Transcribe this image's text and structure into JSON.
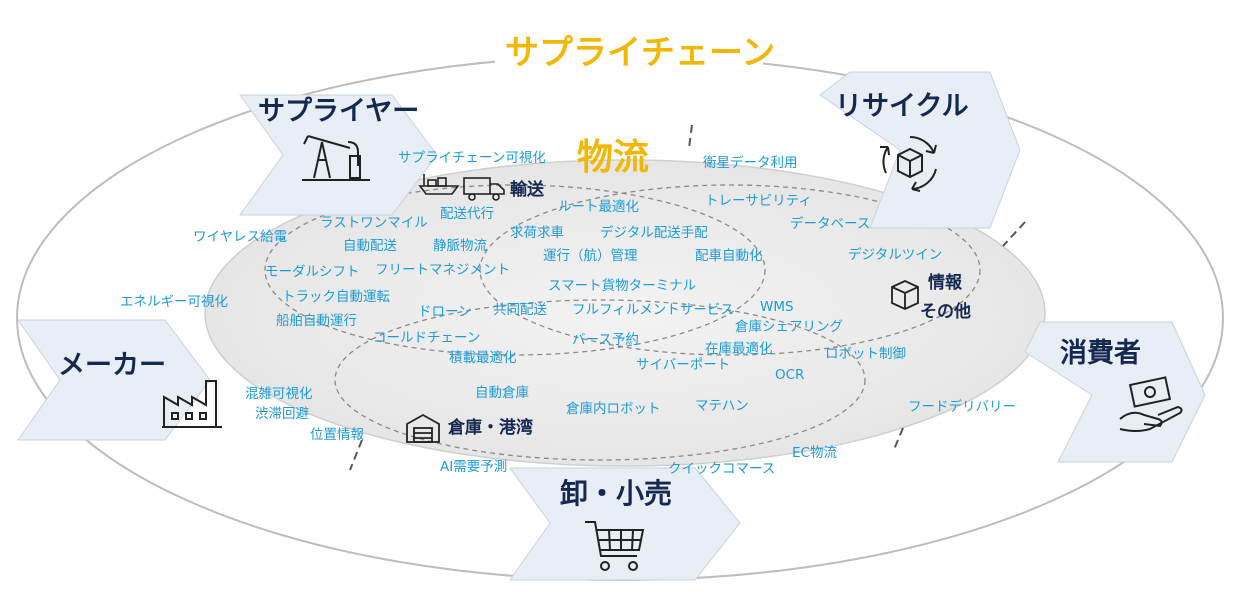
{
  "title": "サプライチェーン",
  "logistics_title": "物流",
  "actors": {
    "supplier": "サプライヤー",
    "recycle": "リサイクル",
    "maker": "メーカー",
    "consumer": "消費者",
    "retail": "卸・小売"
  },
  "hubs": {
    "transport": "輸送",
    "info_line1": "情報",
    "info_line2": "その他",
    "warehouse": "倉庫・港湾"
  },
  "keywords": {
    "k01": "サプライチェーン可視化",
    "k02": "衛星データ利用",
    "k03": "ワイヤレス給電",
    "k04": "ラストワンマイル",
    "k05": "配送代行",
    "k06": "ルート最適化",
    "k07": "トレーサビリティ",
    "k08": "データベース",
    "k09": "自動配送",
    "k10": "静脈物流",
    "k11": "求荷求車",
    "k12": "デジタル配送手配",
    "k13": "運行（航）管理",
    "k14": "配車自動化",
    "k15": "デジタルツイン",
    "k16": "モーダルシフト",
    "k17": "フリートマネジメント",
    "k18": "エネルギー可視化",
    "k19": "トラック自動運転",
    "k20": "スマート貨物ターミナル",
    "k21": "船舶自動運行",
    "k22": "ドローン",
    "k23": "共同配送",
    "k24": "フルフィルメントサービス",
    "k25": "WMS",
    "k26": "倉庫シェアリング",
    "k27": "コールドチェーン",
    "k28": "バース予約",
    "k29": "在庫最適化",
    "k30": "ロボット制御",
    "k31": "積載最適化",
    "k32": "サイバーポート",
    "k33": "OCR",
    "k34": "混雑可視化",
    "k35": "自動倉庫",
    "k36": "渋滞回避",
    "k37": "倉庫内ロボット",
    "k38": "マテハン",
    "k39": "フードデリバリー",
    "k40": "位置情報",
    "k41": "AI需要予測",
    "k42": "EC物流",
    "k43": "クイックコマース"
  },
  "colors": {
    "accent_gold": "#f2b705",
    "keyword_blue": "#1f9bd6",
    "navy": "#15284f",
    "chevron_fill": "#e8eef6"
  },
  "icons": [
    "oil-pump-icon",
    "recycle-box-icon",
    "factory-icon",
    "hand-money-icon",
    "shopping-cart-icon",
    "ship-icon",
    "truck-icon",
    "box-icon",
    "warehouse-icon"
  ]
}
